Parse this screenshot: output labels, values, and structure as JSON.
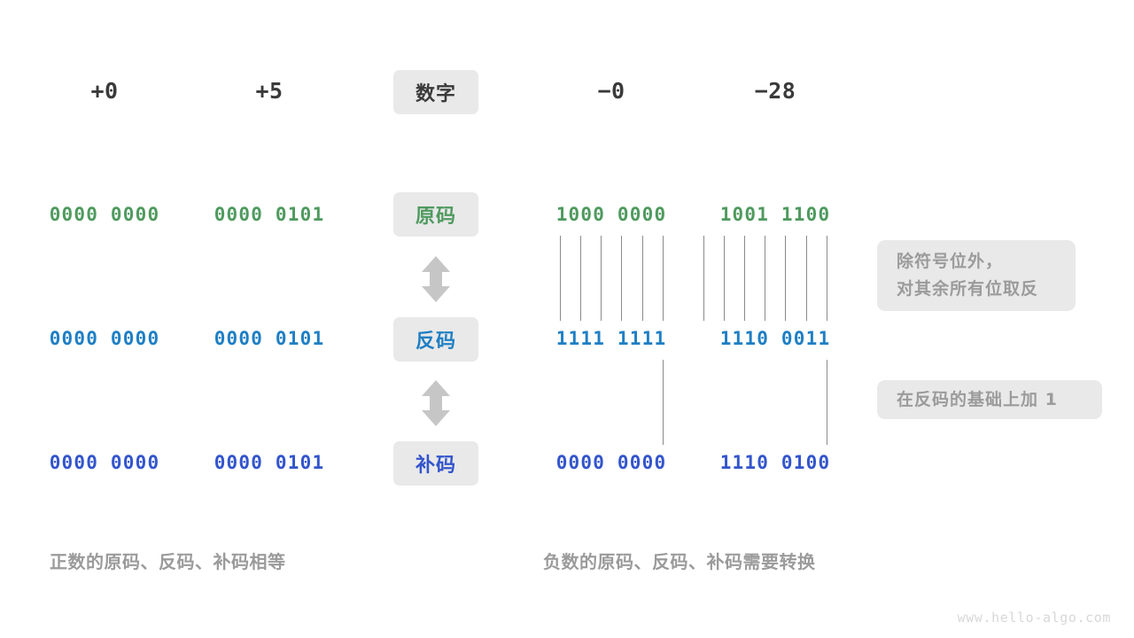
{
  "page": {
    "background": "#ffffff",
    "watermark": "www.hello-algo.com"
  },
  "colors": {
    "sign_magnitude": "#4f9a5f",
    "ones_complement": "#1f7fc4",
    "twos_complement": "#3355cc",
    "label_text": "#3a3a3a",
    "note_text": "#9b9b9b",
    "pill_background": "#e9e9e9",
    "connector_line": "#8a8a8a",
    "arrow": "#c6c6c6"
  },
  "header": {
    "row_label": "数字",
    "columns": [
      {
        "id": "plus-zero",
        "label": "+0"
      },
      {
        "id": "plus-five",
        "label": "+5"
      },
      {
        "id": "minus-zero",
        "label": "−0"
      },
      {
        "id": "minus-twentyeight",
        "label": "−28"
      }
    ]
  },
  "rows": [
    {
      "id": "sign-magnitude",
      "label": "原码",
      "color_key": "sign_magnitude",
      "values": {
        "plus-zero": "0000 0000",
        "plus-five": "0000 0101",
        "minus-zero": "1000 0000",
        "minus-twentyeight": "1001 1100"
      }
    },
    {
      "id": "ones-complement",
      "label": "反码",
      "color_key": "ones_complement",
      "values": {
        "plus-zero": "0000 0000",
        "plus-five": "0000 0101",
        "minus-zero": "1111 1111",
        "minus-twentyeight": "1110 0011"
      }
    },
    {
      "id": "twos-complement",
      "label": "补码",
      "color_key": "twos_complement",
      "values": {
        "plus-zero": "0000 0000",
        "plus-five": "0000 0101",
        "minus-zero": "0000 0000",
        "minus-twentyeight": "1110 0100"
      }
    }
  ],
  "arrows": [
    {
      "id": "arrow-sign-to-ones",
      "icon": "double-arrow-vertical-icon"
    },
    {
      "id": "arrow-ones-to-twos",
      "icon": "double-arrow-vertical-icon"
    }
  ],
  "notes": [
    {
      "id": "note-invert-bits",
      "lines": [
        "除符号位外，",
        "对其余所有位取反"
      ]
    },
    {
      "id": "note-add-one",
      "lines": [
        "在反码的基础上加 1"
      ]
    }
  ],
  "captions": [
    {
      "id": "caption-positive",
      "text": "正数的原码、反码、补码相等"
    },
    {
      "id": "caption-negative",
      "text": "负数的原码、反码、补码需要转换"
    }
  ]
}
